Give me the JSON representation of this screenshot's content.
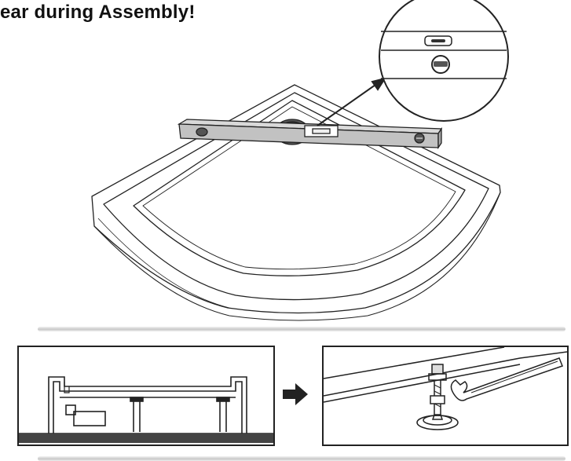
{
  "heading": {
    "text": "ear during Assembly!"
  },
  "illustrations": {
    "tray": "quarter-round-shower-tray",
    "level": "spirit-level-tool",
    "zoom": "bubble-level-detail",
    "section": "tray-cross-section",
    "adjust": "adjustable-leg-with-wrench"
  },
  "colors": {
    "line": "#222222",
    "divider": "#c9c9c9"
  }
}
